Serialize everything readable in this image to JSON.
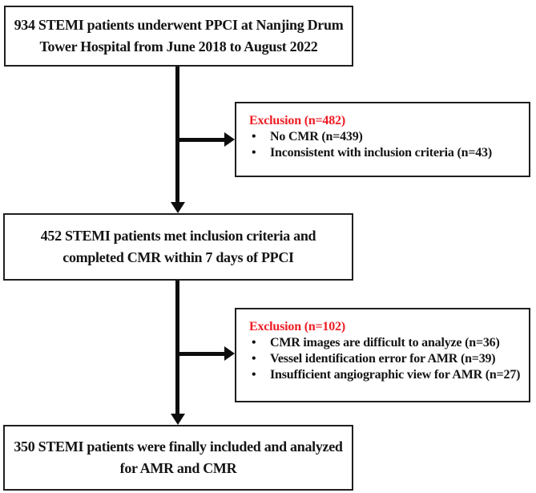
{
  "colors": {
    "box_border": "#1f1f1f",
    "arrow": "#0d0d0d",
    "exclusion_title": "#ed1c24",
    "text": "#141414",
    "background": "#ffffff"
  },
  "flowchart": {
    "main_boxes": {
      "top": {
        "lines": [
          "934 STEMI patients underwent PPCI at Nanjing Drum",
          "Tower Hospital from June 2018 to August 2022"
        ]
      },
      "middle": {
        "lines": [
          "452 STEMI patients met inclusion criteria and",
          "completed CMR within 7 days of PPCI"
        ]
      },
      "bottom": {
        "lines": [
          "350 STEMI patients were finally included and analyzed",
          "for AMR and CMR"
        ]
      }
    },
    "exclusion_boxes": {
      "first": {
        "title": "Exclusion (n=482)",
        "items": [
          "No CMR (n=439)",
          "Inconsistent with inclusion criteria (n=43)"
        ]
      },
      "second": {
        "title": "Exclusion (n=102)",
        "items": [
          "CMR images are difficult to analyze (n=36)",
          "Vessel identification error for AMR (n=39)",
          "Insufficient angiographic view for AMR (n=27)"
        ]
      }
    }
  }
}
